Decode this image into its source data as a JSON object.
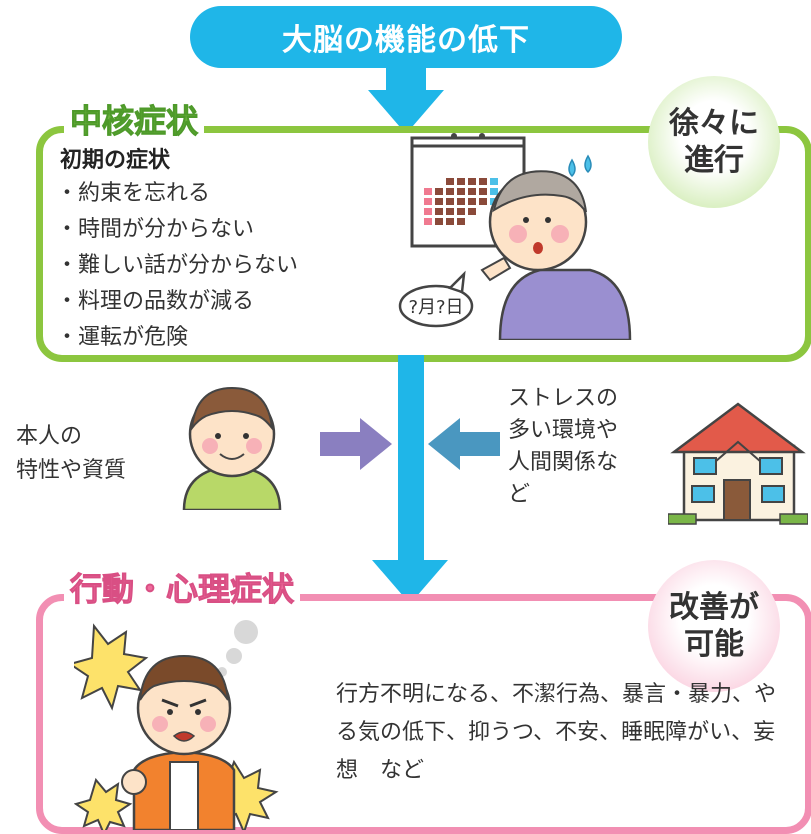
{
  "banner": {
    "title": "大脳の機能の低下"
  },
  "core": {
    "title": "中核症状",
    "badge_line1": "徐々に",
    "badge_line2": "進行",
    "heading": "初期の症状",
    "items": [
      "・約束を忘れる",
      "・時間が分からない",
      "・難しい話が分からない",
      "・料理の品数が減る",
      "・運転が危険"
    ],
    "speech_bubble": "?月?日"
  },
  "factors": {
    "left_line1": "本人の",
    "left_line2": "特性や資質",
    "right_line1": "ストレスの",
    "right_line2": "多い環境や",
    "right_line3": "人間関係な",
    "right_line4": "ど"
  },
  "bpsd": {
    "title": "行動・心理症状",
    "badge_line1": "改善が",
    "badge_line2": "可能",
    "description": "行方不明になる、不潔行為、暴言・暴力、やる気の低下、抑うつ、不安、睡眠障がい、妄想　など"
  },
  "colors": {
    "arrow_blue": "#1fb6e8",
    "core_green": "#8cc63f",
    "bpsd_pink": "#f28fb3",
    "left_arrow_purple": "#8a7fc0",
    "right_arrow_teal": "#4a97c0"
  }
}
